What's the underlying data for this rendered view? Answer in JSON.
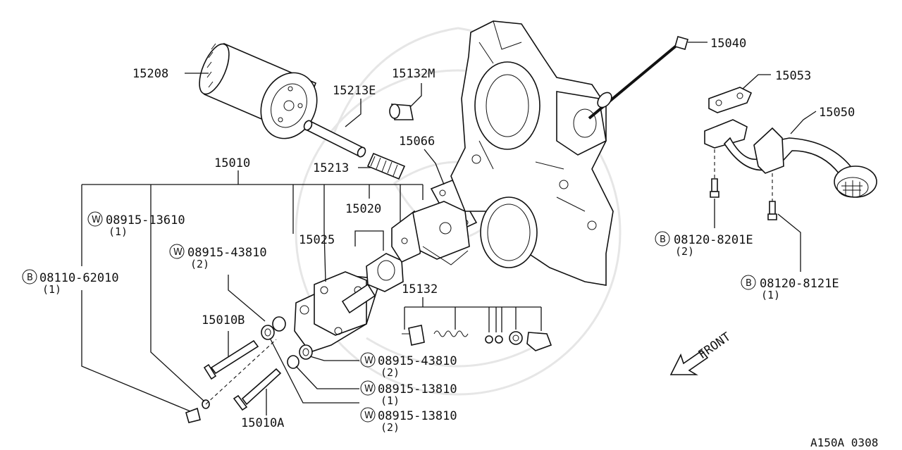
{
  "diagram_code": "A150A 0308",
  "front_label": "FRONT",
  "parts": {
    "p15208": "15208",
    "p15213E": "15213E",
    "p15132M": "15132M",
    "p15213": "15213",
    "p15066": "15066",
    "p15010": "15010",
    "p15020": "15020",
    "p15025": "15025",
    "p15132": "15132",
    "p15010B": "15010B",
    "p15010A": "15010A",
    "p15040": "15040",
    "p15053": "15053",
    "p15050": "15050"
  },
  "fasteners": {
    "w1": {
      "symbol": "W",
      "number": "08915-13610",
      "qty": "(1)"
    },
    "w2": {
      "symbol": "W",
      "number": "08915-43810",
      "qty": "(2)"
    },
    "b1": {
      "symbol": "B",
      "number": "08110-62010",
      "qty": "(1)"
    },
    "w3": {
      "symbol": "W",
      "number": "08915-43810",
      "qty": "(2)"
    },
    "w4": {
      "symbol": "W",
      "number": "08915-13810",
      "qty": "(1)"
    },
    "w5": {
      "symbol": "W",
      "number": "08915-13810",
      "qty": "(2)"
    },
    "b2": {
      "symbol": "B",
      "number": "08120-8201E",
      "qty": "(2)"
    },
    "b3": {
      "symbol": "B",
      "number": "08120-8121E",
      "qty": "(1)"
    }
  }
}
